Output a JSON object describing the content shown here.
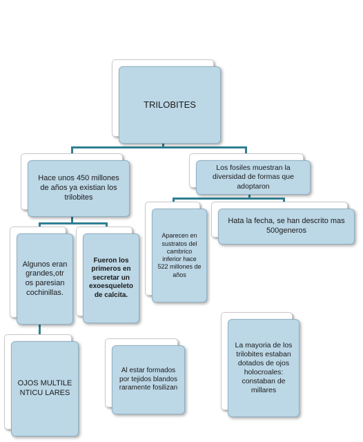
{
  "nodes": {
    "root": "TRILOBITES",
    "left_branch": "Hace unos 450 millones de años ya existian los trilobites",
    "right_branch": "Los fosiles muestran la diversidad de formas que adoptaron",
    "algunos": "Algunos eran grandes,otr os paresian cochinillas.",
    "fueron": "Fueron los primeros en secretar un exoesqueleto de calcita.",
    "ojos": "OJOS MULTILENTICU LARES",
    "blandos": "Al estar formados por tejidos blandos raramente fosilizan",
    "aparecen": "Aparecen en sustratos del cambrico inferior hace 522 millones de años",
    "hata": "Hata la fecha, se han descrito mas 500generos",
    "mayoria": "La mayoria de los trilobites estaban dotados de ojos holocroales: constaban de millares"
  },
  "colors": {
    "box_fill": "#bcd7e6",
    "connector": "#2e7f93"
  }
}
